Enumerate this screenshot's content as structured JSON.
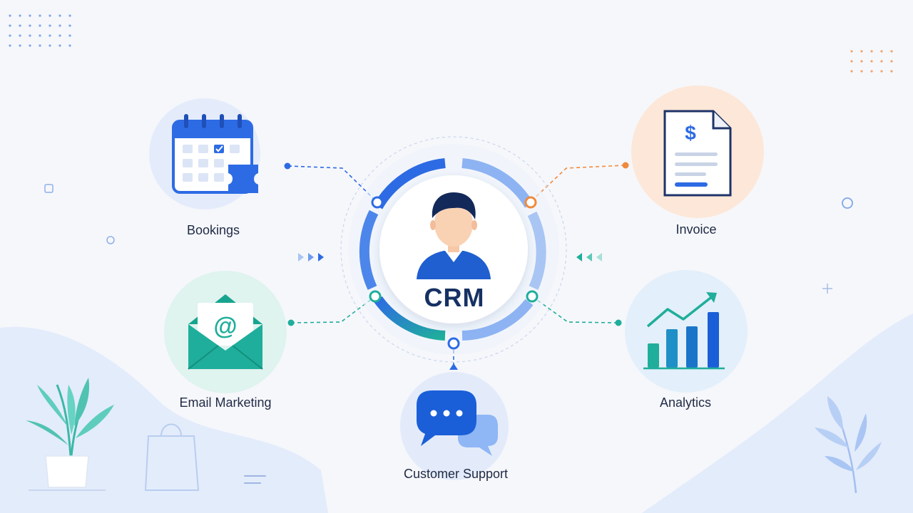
{
  "hub": {
    "label": "CRM",
    "icon": "user-avatar-icon"
  },
  "nodes": [
    {
      "key": "bookings",
      "label": "Bookings",
      "icon": "calendar-ticket-icon",
      "color": "#2d6be4"
    },
    {
      "key": "invoice",
      "label": "Invoice",
      "icon": "invoice-dollar-icon",
      "color": "#f08a3c"
    },
    {
      "key": "email",
      "label": "Email Marketing",
      "icon": "envelope-at-icon",
      "color": "#1fae9b"
    },
    {
      "key": "analytics",
      "label": "Analytics",
      "icon": "bar-chart-trend-icon",
      "color": "#1f8fc7"
    },
    {
      "key": "support",
      "label": "Customer Support",
      "icon": "chat-bubbles-icon",
      "color": "#1a5fd8"
    }
  ],
  "colors": {
    "background": "#f6f7fb",
    "primary_blue": "#2d6be4",
    "teal": "#1fae9b",
    "orange": "#f08a3c",
    "navy_text": "#163163",
    "decor_blue": "#dde8fb"
  }
}
